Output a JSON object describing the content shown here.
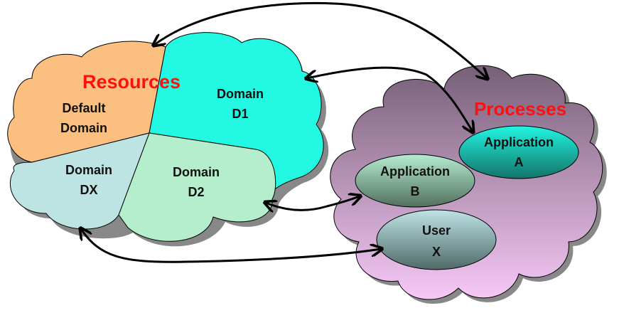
{
  "resources": {
    "title": "Resources",
    "domains": [
      {
        "line1": "Default",
        "line2": "Domain",
        "color": "#fbbf7f"
      },
      {
        "line1": "Domain",
        "line2": "D1",
        "color": "#22f8e2"
      },
      {
        "line1": "Domain",
        "line2": "D2",
        "color": "#b4eecd"
      },
      {
        "line1": "Domain",
        "line2": "DX",
        "color": "#bde4e2"
      }
    ]
  },
  "processes": {
    "title": "Processes",
    "gradient_top": "#776078",
    "gradient_bottom": "#f6c8f6",
    "nodes": [
      {
        "line1": "Application",
        "line2": "A",
        "color_top": "#22f5e2",
        "color_bottom": "#127468"
      },
      {
        "line1": "Application",
        "line2": "B",
        "color_top": "#b5ecd0",
        "color_bottom": "#52705f"
      },
      {
        "line1": "User",
        "line2": "X",
        "color_top": "#bfe4e6",
        "color_bottom": "#4f6a68"
      }
    ]
  },
  "title_color": "#ff1010",
  "arrows": [
    {
      "from": "Default Domain",
      "to": "Processes"
    },
    {
      "from": "Domain D1",
      "to": "Application A"
    },
    {
      "from": "Domain D2",
      "to": "Application B"
    },
    {
      "from": "Domain DX",
      "to": "User X"
    }
  ]
}
